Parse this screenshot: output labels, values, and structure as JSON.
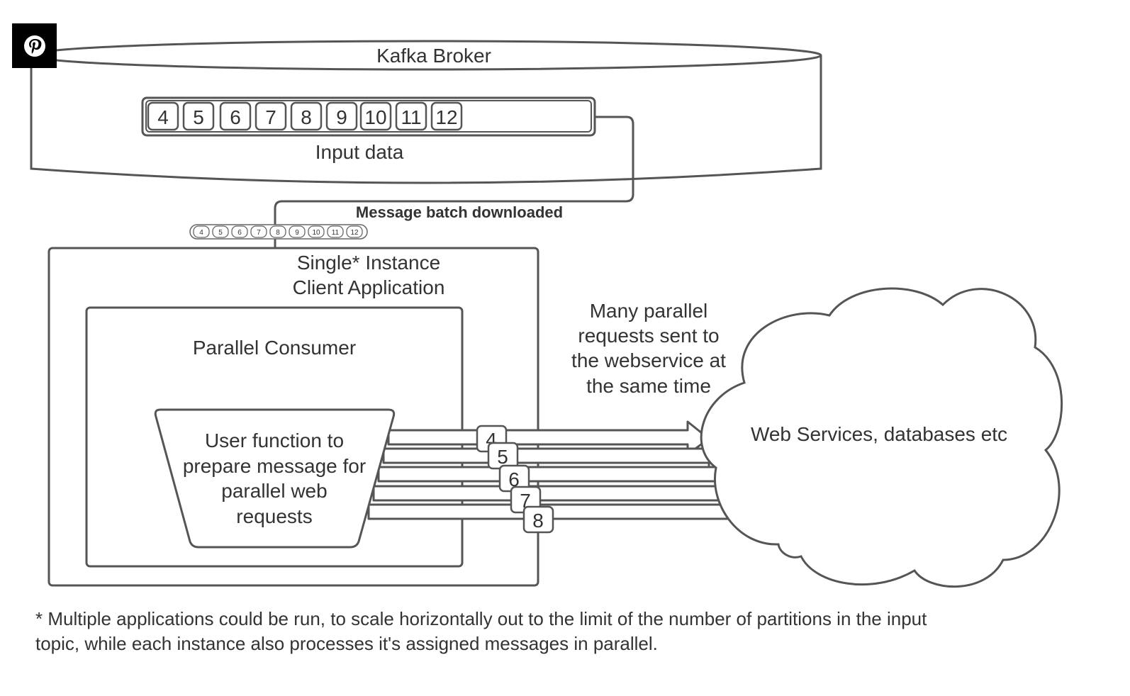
{
  "broker": {
    "title": "Kafka Broker",
    "input_label": "Input data",
    "messages": [
      "4",
      "5",
      "6",
      "7",
      "8",
      "9",
      "10",
      "11",
      "12"
    ]
  },
  "batch": {
    "label": "Message batch downloaded",
    "messages": [
      "4",
      "5",
      "6",
      "7",
      "8",
      "9",
      "10",
      "11",
      "12"
    ]
  },
  "client": {
    "title_line1": "Single* Instance",
    "title_line2": "Client Application"
  },
  "consumer": {
    "title": "Parallel Consumer"
  },
  "user_function": {
    "lines": [
      "User function to",
      "prepare message for",
      "parallel web",
      "requests"
    ]
  },
  "parallel_note": {
    "lines": [
      "Many parallel",
      "requests sent to",
      "the webservice at",
      "the same time"
    ]
  },
  "requests": [
    "4",
    "5",
    "6",
    "7",
    "8"
  ],
  "web_services": {
    "label": "Web Services, databases etc"
  },
  "footnote": {
    "line1": "* Multiple applications could be run, to scale horizontally out to the limit of the number of partitions in the input",
    "line2": "topic, while each instance also processes it's assigned messages in parallel."
  },
  "icons": {
    "pinterest": "pinterest-icon"
  }
}
